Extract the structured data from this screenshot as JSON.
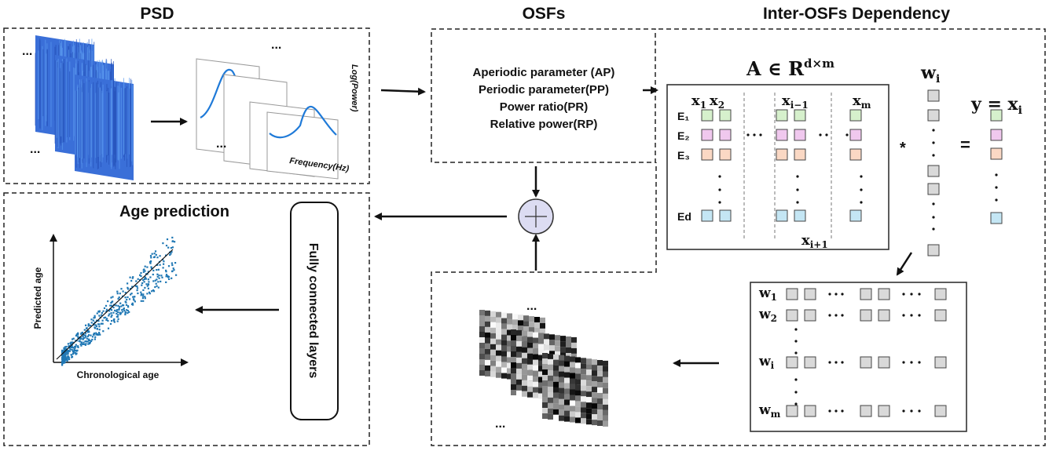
{
  "titles": {
    "psd": "PSD",
    "osfs": "OSFs",
    "inter": "Inter-OSFs Dependency",
    "age": "Age prediction"
  },
  "osfs_list": [
    "Aperiodic parameter (AP)",
    "Periodic parameter(PP)",
    "Power ratio(PR)",
    "Relative power(RP)"
  ],
  "psd": {
    "y_axis": "Log(Power)",
    "x_axis": "Frequency(Hz)",
    "ellipsis": "..."
  },
  "matrix": {
    "title_base": "A ∈ R",
    "title_sup": "d×m",
    "col_labels": [
      {
        "b": "x",
        "s": "1"
      },
      {
        "b": "x",
        "s": "2"
      },
      {
        "b": "x",
        "s": "i−1"
      },
      {
        "b": "x",
        "s": "m"
      },
      {
        "b": "x",
        "s": "i+1"
      }
    ],
    "row_labels": [
      "E₁",
      "E₂",
      "E₃",
      "Ed"
    ],
    "row_colors": [
      "#d6f0cc",
      "#f0c8ee",
      "#fad8c4",
      "#c4e6f4"
    ],
    "multiply": "*",
    "equals": "="
  },
  "w_vector": {
    "label_base": "w",
    "label_sub": "i",
    "square_color": "#d9d9d9"
  },
  "y_vector": {
    "label": "y = x",
    "label_sub": "i"
  },
  "w_matrix": {
    "rows": [
      {
        "b": "w",
        "s": "1"
      },
      {
        "b": "w",
        "s": "2"
      },
      {
        "b": "w",
        "s": "i"
      },
      {
        "b": "w",
        "s": "m"
      }
    ]
  },
  "fc_layers": "Fully connected layers",
  "scatter": {
    "xlabel": "Chronological age",
    "ylabel": "Predicted age",
    "point_color": "#1f77b4"
  },
  "colors": {
    "eeg_blue": "#3a6fd8",
    "sum_fill": "#dcdcf2"
  }
}
